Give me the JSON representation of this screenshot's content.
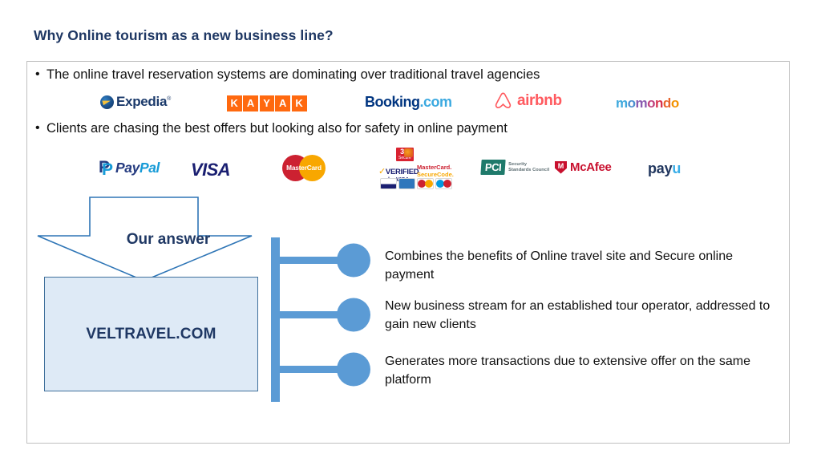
{
  "slide": {
    "title": "Why Online tourism as a new business line?",
    "title_color": "#1F3864",
    "accent_color": "#5B9BD5",
    "box_fill": "#DEEAF6",
    "box_border": "#41719C"
  },
  "bullets": [
    {
      "marker": "•",
      "text": "The online travel reservation systems are dominating over traditional travel agencies"
    },
    {
      "marker": "•",
      "text": "Clients are chasing the best offers but looking also for safety in online payment"
    }
  ],
  "travel_logos": [
    {
      "name": "expedia-logo",
      "text": "Expedia",
      "tm": "®",
      "color": "#1B3A6B"
    },
    {
      "name": "kayak-logo",
      "letters": [
        "K",
        "A",
        "Y",
        "A",
        "K"
      ],
      "bg": "#FF690F",
      "fg": "#FFFFFF"
    },
    {
      "name": "booking-com-logo",
      "part1": "Booking",
      "part2": ".com",
      "color1": "#003580",
      "color2": "#3BA9E0"
    },
    {
      "name": "airbnb-logo",
      "text": "airbnb",
      "color": "#FF5A5F"
    },
    {
      "name": "momondo-logo",
      "letters": [
        {
          "ch": "m",
          "color": "#3FA9DD"
        },
        {
          "ch": "o",
          "color": "#4B8FD0"
        },
        {
          "ch": "m",
          "color": "#8A5BB0"
        },
        {
          "ch": "o",
          "color": "#C0417E"
        },
        {
          "ch": "n",
          "color": "#D8344F"
        },
        {
          "ch": "d",
          "color": "#E8652E"
        },
        {
          "ch": "o",
          "color": "#F39200"
        }
      ]
    }
  ],
  "payment_logos": [
    {
      "name": "paypal-logo",
      "part1": "Pay",
      "part2": "Pal",
      "color1": "#253B80",
      "color2": "#179BD7"
    },
    {
      "name": "visa-logo",
      "text": "VISA",
      "color": "#1A1F71"
    },
    {
      "name": "mastercard-logo",
      "text": "MasterCard",
      "color_left": "#CC2131",
      "color_right": "#F8A700"
    },
    {
      "name": "3d-secure-cluster",
      "badge_line1": "3D",
      "badge_line2": "Secure",
      "verified_line1": "VERIFIED",
      "verified_line2": "by VISA",
      "securecode_line1": "MasterCard.",
      "securecode_line2": "SecureCode.",
      "cards": [
        "visa",
        "amex",
        "mastercard",
        "maestro"
      ]
    },
    {
      "name": "pci-logo",
      "badge": "PCI",
      "line1": "Security",
      "line2": "Standards Council",
      "color": "#1F7A6B"
    },
    {
      "name": "mcafee-logo",
      "text": "McAfee",
      "color": "#C8102E"
    },
    {
      "name": "payu-logo",
      "part1": "pay",
      "part2": "u",
      "color1": "#20365E",
      "color2": "#3BAEE8"
    }
  ],
  "answer": {
    "arrow_label": "Our answer",
    "box_label": "VELTRAVEL.COM"
  },
  "benefits": [
    "Combines the benefits of Online travel site and Secure online payment",
    "New business stream for an established tour operator, addressed to gain new clients",
    "Generates more transactions due to extensive offer on the same platform"
  ]
}
